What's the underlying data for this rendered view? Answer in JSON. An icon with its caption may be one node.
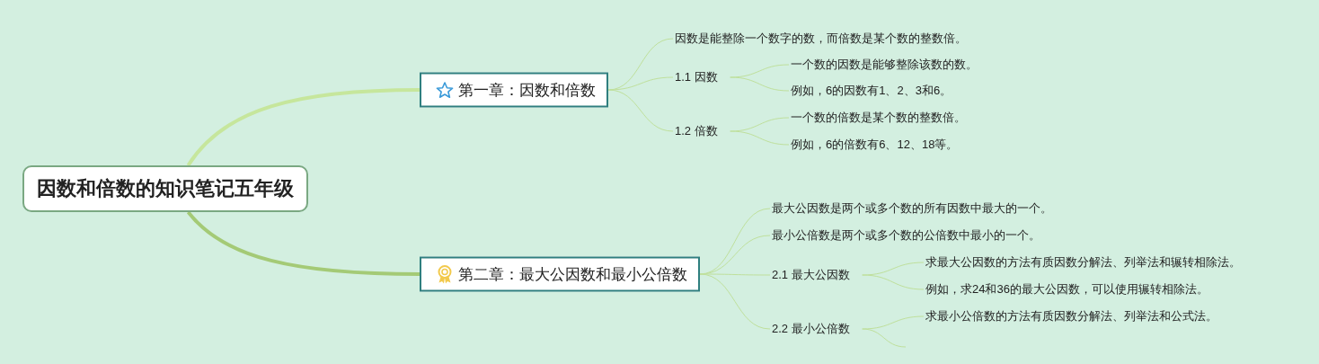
{
  "diagram": {
    "nodes": [
      {
        "text": [
          "因数和倍数的知识笔记五年级"
        ]
      },
      {
        "text": [
          "第一章：因数和倍数"
        ]
      },
      {
        "text": [
          "因数是能整除一个数字的数，而倍数是某个数的整数倍。"
        ]
      },
      {
        "text": [
          "1.1 因数"
        ]
      },
      {
        "text": [
          "一个数的因数是能够整除该数的数。"
        ]
      },
      {
        "text": [
          "例如，6的因数有1、2、3和6。"
        ]
      },
      {
        "text": [
          "1.2 倍数"
        ]
      },
      {
        "text": [
          "一个数的倍数是某个数的整数倍。"
        ]
      },
      {
        "text": [
          "例如，6的倍数有6、12、18等。"
        ]
      },
      {
        "text": [
          "第二章：最大公因数和最小公倍数"
        ]
      },
      {
        "text": [
          "最大公因数是两个或多个数的所有因数中最大的一个。"
        ]
      },
      {
        "text": [
          "最小公倍数是两个或多个数的公倍数中最小的一个。"
        ]
      },
      {
        "text": [
          "2.1 最大公因数"
        ]
      },
      {
        "text": [
          "求最大公因数的方法有质因数分解法、列举法和辗转相除法。"
        ]
      },
      {
        "text": [
          "例如，求24和36的最大公因数，可以使用辗转相除法。"
        ]
      },
      {
        "text": [
          "2.2 最小公倍数"
        ]
      },
      {
        "text": [
          "求最小公倍数的方法有质因数分解法、列举法和公式法。"
        ]
      }
    ],
    "edges": [
      {
        "from": 0,
        "to": 1,
        "arrow": "none",
        "style": "thick",
        "color": "#c6e69c"
      },
      {
        "from": 1,
        "to": 2,
        "arrow": "none"
      },
      {
        "from": 1,
        "to": 3,
        "arrow": "none"
      },
      {
        "from": 3,
        "to": 4,
        "arrow": "none"
      },
      {
        "from": 3,
        "to": 5,
        "arrow": "none"
      },
      {
        "from": 1,
        "to": 6,
        "arrow": "none"
      },
      {
        "from": 6,
        "to": 7,
        "arrow": "none"
      },
      {
        "from": 6,
        "to": 8,
        "arrow": "none"
      },
      {
        "from": 0,
        "to": 9,
        "arrow": "none",
        "style": "thick",
        "color": "#a4ca76"
      },
      {
        "from": 9,
        "to": 10,
        "arrow": "none"
      },
      {
        "from": 9,
        "to": 11,
        "arrow": "none"
      },
      {
        "from": 9,
        "to": 12,
        "arrow": "none"
      },
      {
        "from": 12,
        "to": 13,
        "arrow": "none"
      },
      {
        "from": 12,
        "to": 14,
        "arrow": "none"
      },
      {
        "from": 9,
        "to": 15,
        "arrow": "none"
      },
      {
        "from": 15,
        "to": 16,
        "arrow": "none"
      },
      {
        "from": 15,
        "to": null,
        "arrow": "none"
      }
    ]
  }
}
